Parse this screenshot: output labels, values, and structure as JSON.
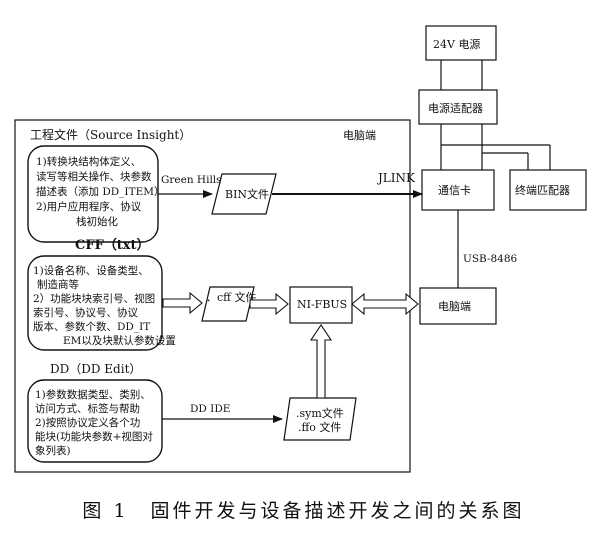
{
  "diagram": {
    "pc_region_label": "电脑端",
    "power_supply": "24V 电源",
    "power_adapter": "电源适配器",
    "comm_card": "通信卡",
    "terminal_matcher": "终端匹配器",
    "pc_box": "电脑端",
    "nifbus": "NI-FBUS",
    "bin_file": "BIN文件",
    "cff_file": "．cff 文件",
    "sym_file_line1": ".sym文件",
    "sym_file_line2": ".ffo 文件",
    "project_title": "工程文件（Source Insight）",
    "project_lines": [
      "1)转换块结构体定义、",
      "读写等相关操作、块参数",
      "描述表（添加 DD_ITEM）",
      "2)用户应用程序、协议",
      "栈初始化"
    ],
    "cff_title": "CFF（txt）",
    "cff_lines": [
      "1)设备名称、设备类型、",
      "制造商等",
      "2）功能块块索引号、视图",
      "索引号、协议号、协议",
      "版本、参数个数、DD_IT",
      "EM以及块默认参数设置"
    ],
    "dd_title": "DD（DD Edit）",
    "dd_lines": [
      "1)参数数据类型、类别、",
      "访问方式、标签与帮助",
      "2)按照协议定义各个功",
      "能块(功能块参数+视图对",
      "象列表)"
    ],
    "edge_green_hills": "Green Hills",
    "edge_jlink": "JLINK",
    "edge_usb": "USB-8486",
    "edge_dd_ide": "DD IDE"
  },
  "caption": "图 1　固件开发与设备描述开发之间的关系图"
}
